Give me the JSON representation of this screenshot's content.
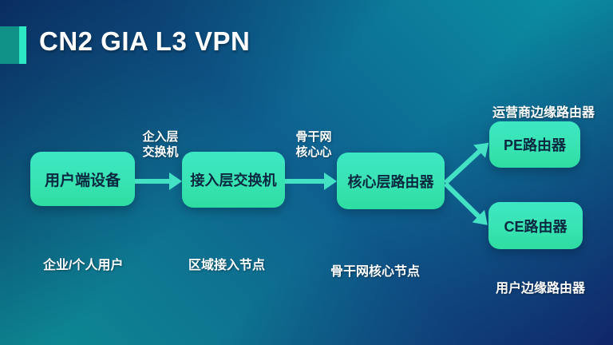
{
  "title": "CN2 GIA L3 VPN",
  "colors": {
    "background_navy": "#0b2a5e",
    "background_teal": "#0a93a4",
    "node_fill_top": "#3de7c4",
    "node_fill_bottom": "#2edda1",
    "node_text": "#0a2840",
    "arrow": "#43e2c4",
    "accent_dark_teal": "#0f9187",
    "accent_bright_mint": "#2ce8c5",
    "label_text": "#ffffff"
  },
  "nodes": {
    "cpe": {
      "label": "用户端设备",
      "caption": "企业/个人用户"
    },
    "access": {
      "label": "接入层交换机",
      "caption": "区域接入节点"
    },
    "core": {
      "label": "核心层路由器",
      "caption": "骨干网核心节点"
    },
    "pe": {
      "label": "PE路由器",
      "caption": "运营商边缘路由器"
    },
    "ce": {
      "label": "CE路由器",
      "caption": "用户边缘路由器"
    }
  },
  "edge_labels": {
    "access_link": {
      "line1": "企入层",
      "line2": "交换机"
    },
    "core_link": {
      "line1": "骨干网",
      "line2": "核心心"
    }
  }
}
